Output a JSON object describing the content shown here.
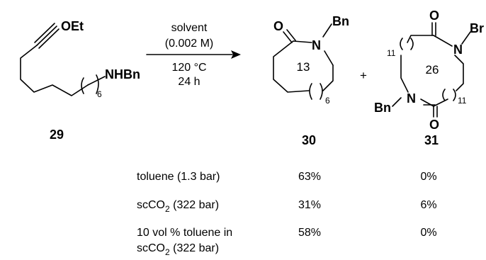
{
  "reactant": {
    "number": "29",
    "group_top": "OEt",
    "group_bottom": "NHBn",
    "repeat": "6"
  },
  "conditions": {
    "line1": "solvent",
    "line2": "(0.002 M)",
    "line3": "120 °C",
    "line4": "24 h"
  },
  "product_30": {
    "number": "30",
    "oxygen": "O",
    "nitrogen": "N",
    "substituent": "Bn",
    "ring_size": "13",
    "repeat": "6"
  },
  "plus": "+",
  "product_31": {
    "number": "31",
    "oxygen": "O",
    "nitrogen": "N",
    "substituent_right": "Br",
    "substituent_left": "Bn",
    "ring_size": "26",
    "repeat": "11"
  },
  "table": {
    "rows": [
      {
        "solvent": "toluene (1.3 bar)",
        "solvent_main": "",
        "solvent_sub": "",
        "solvent_tail": "",
        "solvent_line2_main": "",
        "solvent_line2_sub": "",
        "solvent_line2_tail": "",
        "yield_30": "63%",
        "yield_31": "0%"
      },
      {
        "solvent": "",
        "solvent_main": "scCO",
        "solvent_sub": "2",
        "solvent_tail": " (322 bar)",
        "solvent_line2_main": "",
        "solvent_line2_sub": "",
        "solvent_line2_tail": "",
        "yield_30": "31%",
        "yield_31": "6%"
      },
      {
        "solvent": "10 vol % toluene in",
        "solvent_main": "",
        "solvent_sub": "",
        "solvent_tail": "",
        "solvent_line2_main": "scCO",
        "solvent_line2_sub": "2",
        "solvent_line2_tail": " (322 bar)",
        "yield_30": "58%",
        "yield_31": "0%"
      }
    ]
  }
}
